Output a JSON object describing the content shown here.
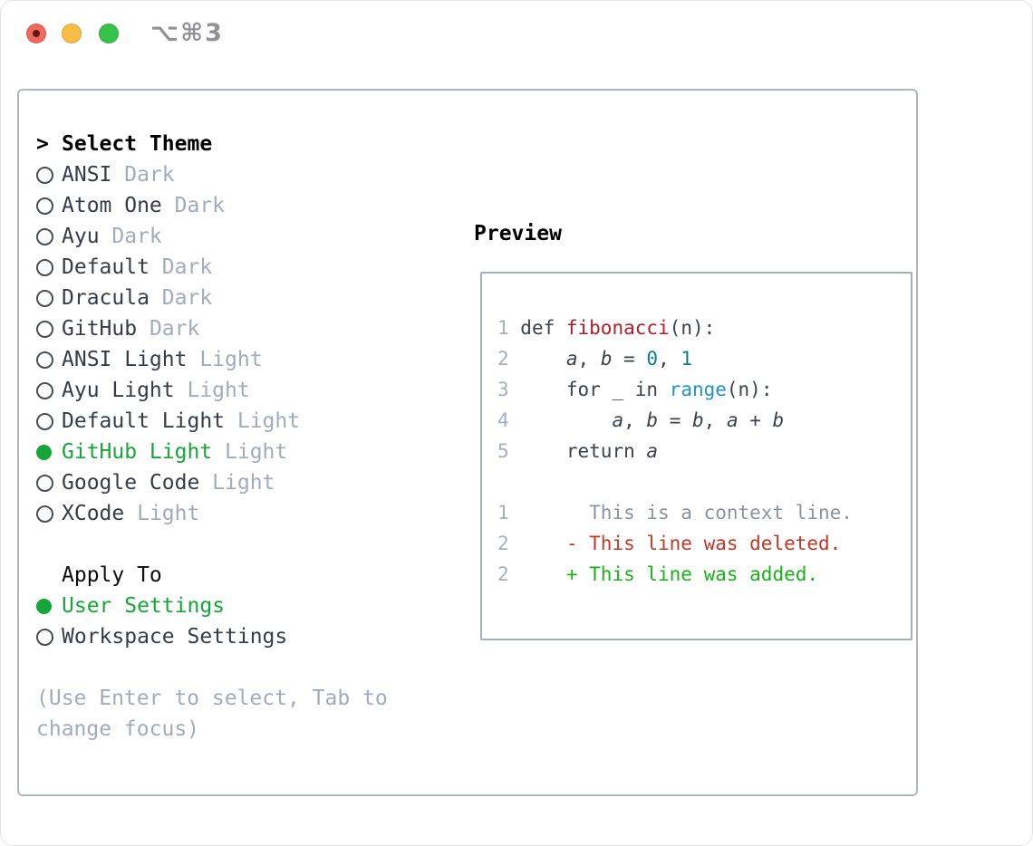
{
  "window": {
    "title": "⌥⌘3"
  },
  "theme_selector": {
    "focus_marker": ">",
    "heading": "Select Theme",
    "themes": [
      {
        "name": "ANSI",
        "variant": "Dark",
        "selected": false
      },
      {
        "name": "Atom One",
        "variant": "Dark",
        "selected": false
      },
      {
        "name": "Ayu",
        "variant": "Dark",
        "selected": false
      },
      {
        "name": "Default",
        "variant": "Dark",
        "selected": false
      },
      {
        "name": "Dracula",
        "variant": "Dark",
        "selected": false
      },
      {
        "name": "GitHub",
        "variant": "Dark",
        "selected": false
      },
      {
        "name": "ANSI Light",
        "variant": "Light",
        "selected": false
      },
      {
        "name": "Ayu Light",
        "variant": "Light",
        "selected": false
      },
      {
        "name": "Default Light",
        "variant": "Light",
        "selected": false
      },
      {
        "name": "GitHub Light",
        "variant": "Light",
        "selected": true
      },
      {
        "name": "Google Code",
        "variant": "Light",
        "selected": false
      },
      {
        "name": "XCode",
        "variant": "Light",
        "selected": false
      }
    ],
    "apply_heading": "Apply To",
    "apply_targets": [
      {
        "name": "User Settings",
        "selected": true
      },
      {
        "name": "Workspace Settings",
        "selected": false
      }
    ],
    "hint_lines": [
      "(Use Enter to select, Tab to",
      "change focus)"
    ]
  },
  "preview": {
    "heading": "Preview",
    "lines": [
      {
        "num": "1",
        "tokens": [
          {
            "t": " def ",
            "c": "code"
          },
          {
            "t": "fibonacci",
            "c": "func"
          },
          {
            "t": "(n):",
            "c": "code"
          }
        ]
      },
      {
        "num": "2",
        "tokens": [
          {
            "t": "     ",
            "c": "code"
          },
          {
            "t": "a",
            "c": "code",
            "i": true
          },
          {
            "t": ", ",
            "c": "code"
          },
          {
            "t": "b",
            "c": "code",
            "i": true
          },
          {
            "t": " = ",
            "c": "code"
          },
          {
            "t": "0",
            "c": "numlit"
          },
          {
            "t": ", ",
            "c": "code"
          },
          {
            "t": "1",
            "c": "numlit"
          }
        ]
      },
      {
        "num": "3",
        "tokens": [
          {
            "t": "     for _ in ",
            "c": "code"
          },
          {
            "t": "range",
            "c": "builtin"
          },
          {
            "t": "(n):",
            "c": "code"
          }
        ]
      },
      {
        "num": "4",
        "tokens": [
          {
            "t": "         ",
            "c": "code"
          },
          {
            "t": "a",
            "c": "code",
            "i": true
          },
          {
            "t": ", ",
            "c": "code"
          },
          {
            "t": "b",
            "c": "code",
            "i": true
          },
          {
            "t": " = ",
            "c": "code"
          },
          {
            "t": "b",
            "c": "code",
            "i": true
          },
          {
            "t": ", ",
            "c": "code"
          },
          {
            "t": "a",
            "c": "code",
            "i": true
          },
          {
            "t": " + ",
            "c": "code"
          },
          {
            "t": "b",
            "c": "code",
            "i": true
          }
        ]
      },
      {
        "num": "5",
        "tokens": [
          {
            "t": "     return ",
            "c": "code"
          },
          {
            "t": "a",
            "c": "code",
            "i": true
          }
        ]
      },
      {
        "num": "",
        "tokens": []
      },
      {
        "num": "1",
        "tokens": [
          {
            "t": "       This is a context line.",
            "c": "ctx"
          }
        ]
      },
      {
        "num": "2",
        "tokens": [
          {
            "t": "     ",
            "c": "code"
          },
          {
            "t": "- This line was deleted.",
            "c": "del"
          }
        ]
      },
      {
        "num": "2",
        "tokens": [
          {
            "t": "     ",
            "c": "code"
          },
          {
            "t": "+ This line was added.",
            "c": "add"
          }
        ]
      }
    ]
  },
  "colors": {
    "selection_green": "#17a53a",
    "added_green": "#1ab21a",
    "deleted_red": "#c13828",
    "function_red": "#b31d28",
    "builtin_blue": "#2191cf",
    "number_teal": "#0c7f84",
    "context_gray": "#8b949e",
    "muted_gray": "#a1abba",
    "border_gray": "#a4aeb9"
  }
}
